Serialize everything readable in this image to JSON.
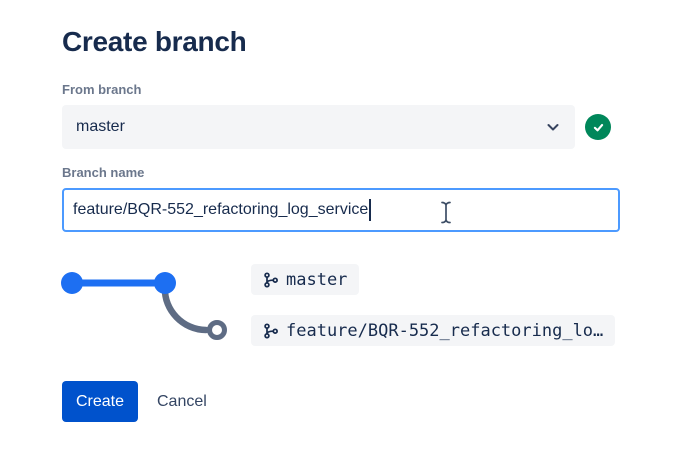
{
  "colors": {
    "text_dark": "#172B4D",
    "label_gray": "#6B778C",
    "field_bg": "#F4F5F7",
    "graph_blue": "#1D6FF2",
    "graph_gray": "#5E6C84",
    "success_green": "#00875A",
    "focus_border": "#4C9AFF",
    "primary_button": "#0052CC",
    "cancel_text": "#344563"
  },
  "dialog": {
    "title": "Create branch",
    "from_branch": {
      "label": "From branch",
      "selected_value": "master",
      "status_icon": "check-circle-icon"
    },
    "branch_name": {
      "label": "Branch name",
      "value": "feature/BQR-552_refactoring_log_service"
    },
    "graph": {
      "master_tag": "master",
      "feature_tag": "feature/BQR-552_refactoring_lo…"
    },
    "actions": {
      "create": "Create",
      "cancel": "Cancel"
    }
  }
}
